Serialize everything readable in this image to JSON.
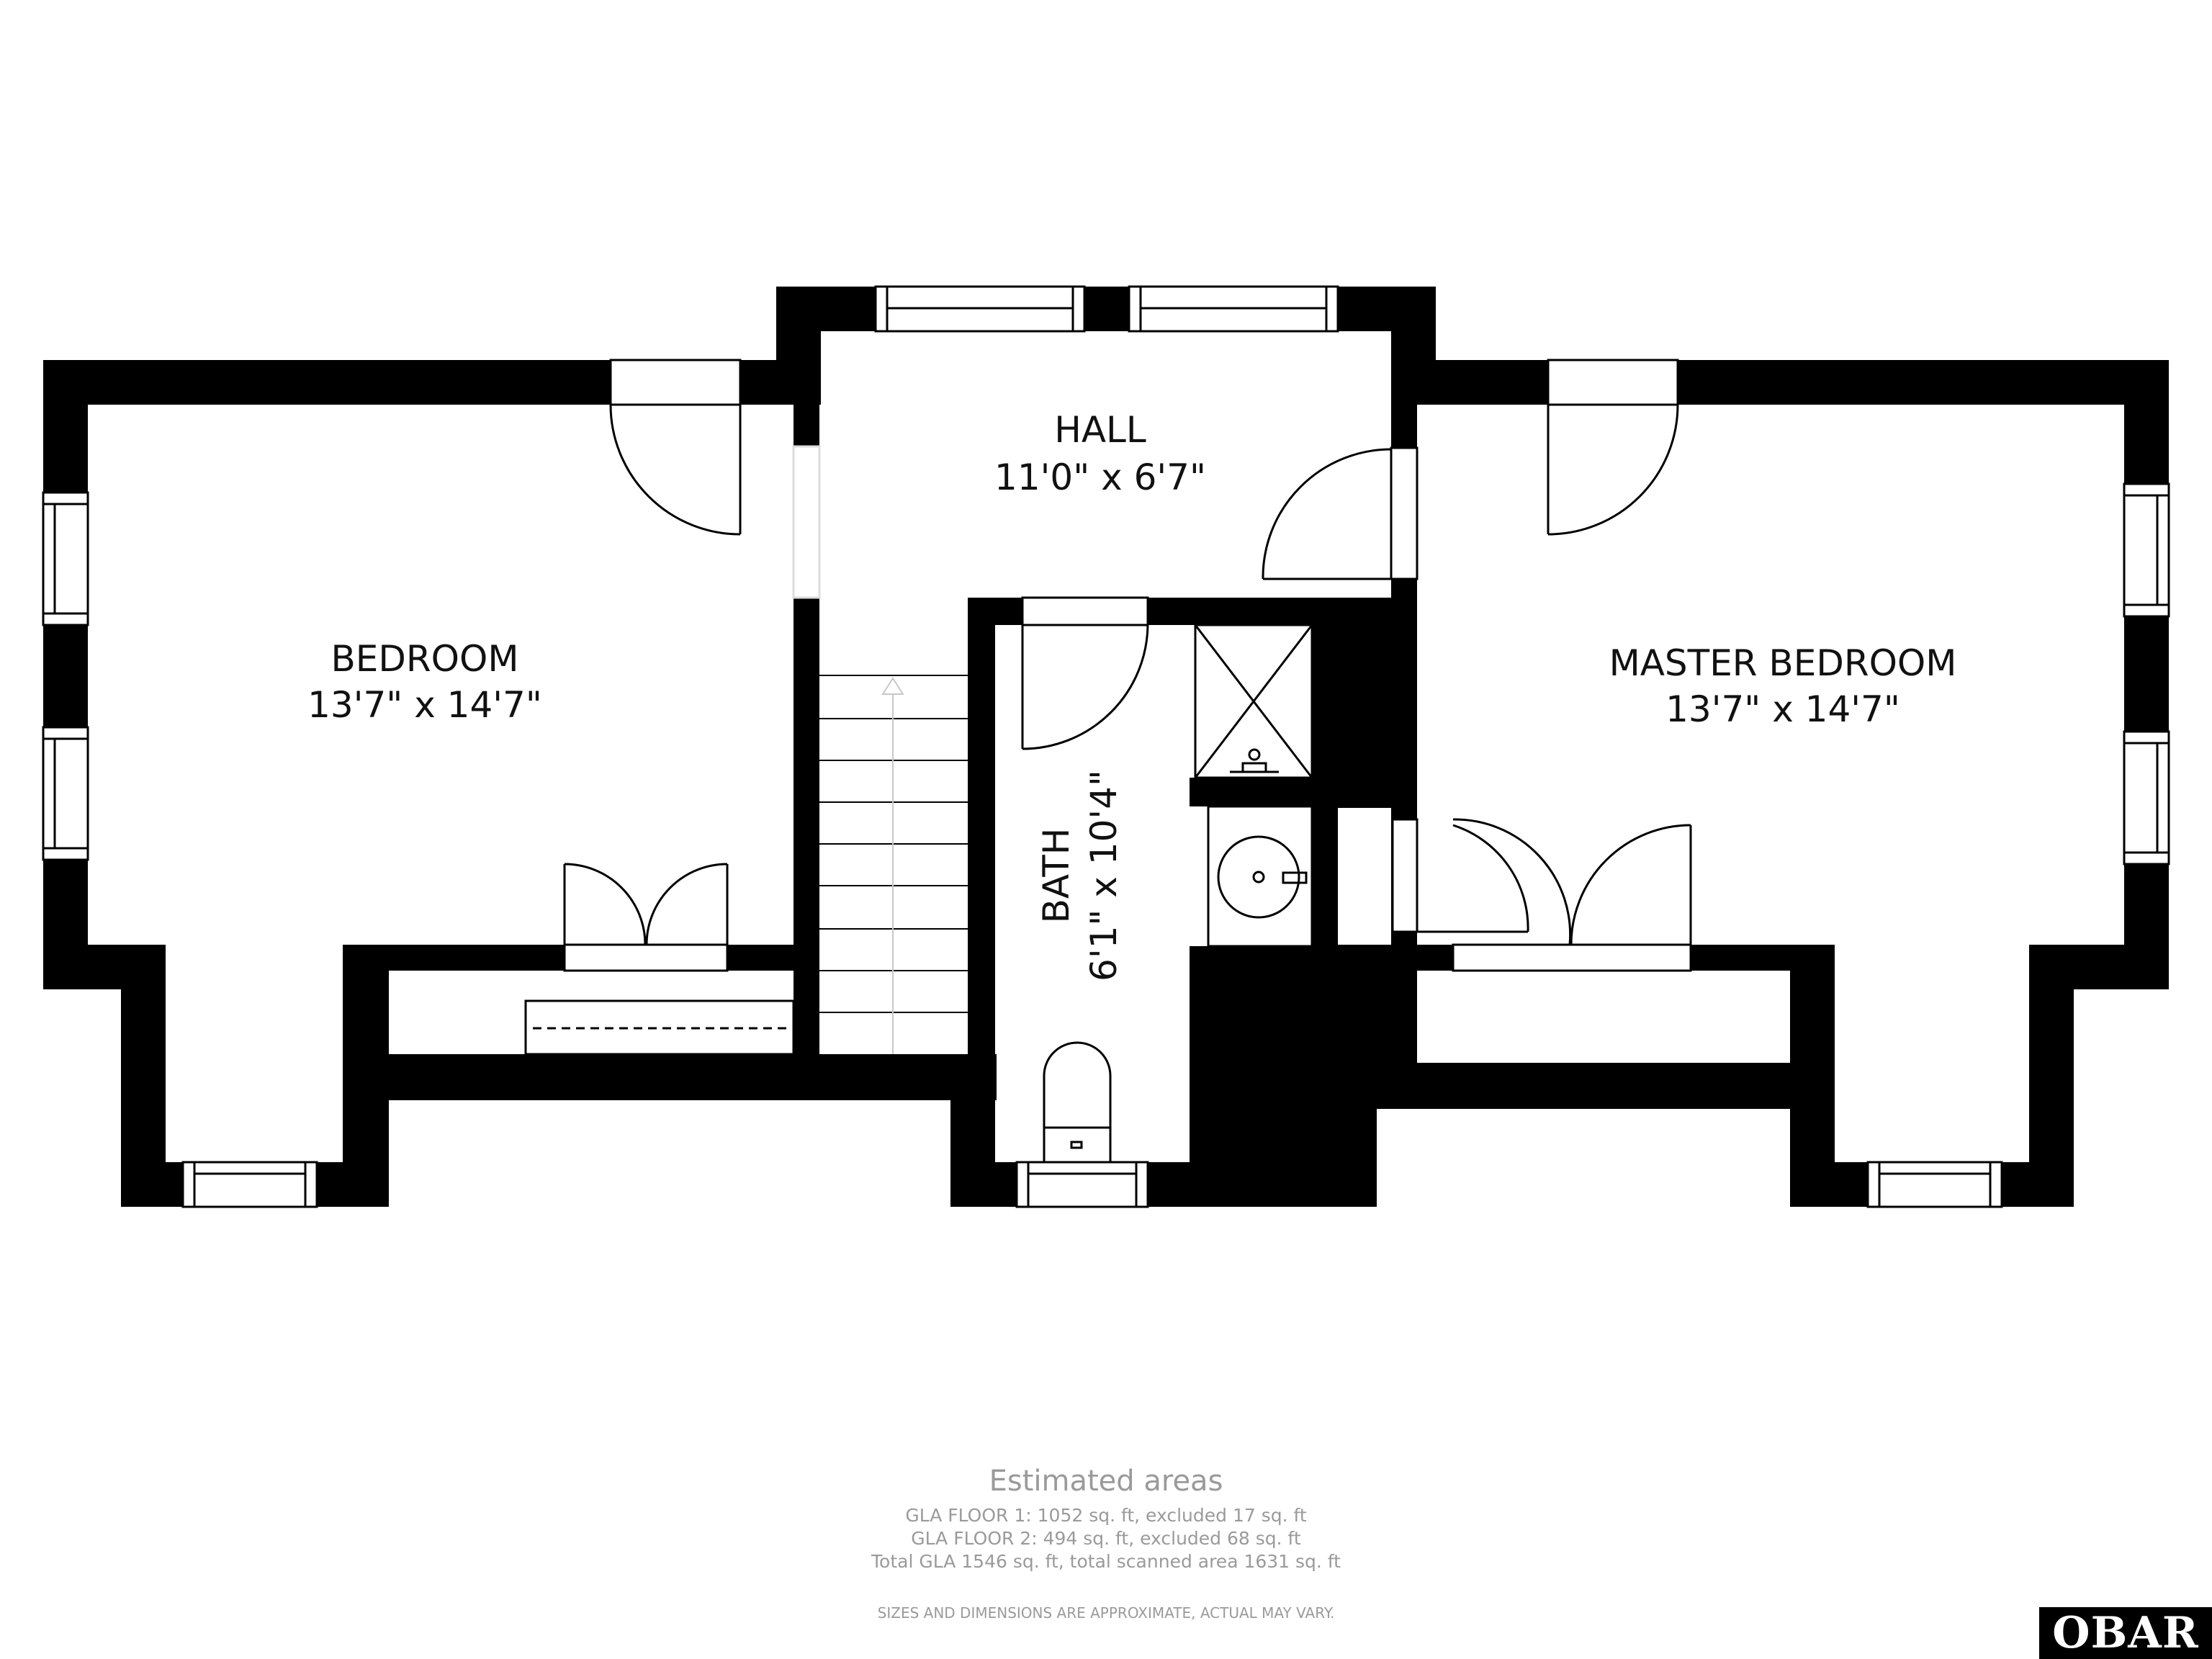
{
  "rooms": {
    "bedroom": {
      "name": "BEDROOM",
      "size": "13'7\" x 14'7\""
    },
    "hall": {
      "name": "HALL",
      "size": "11'0\" x 6'7\""
    },
    "master": {
      "name": "MASTER BEDROOM",
      "size": "13'7\" x 14'7\""
    },
    "bath": {
      "name": "BATH",
      "size": "6'1\" x 10'4\""
    }
  },
  "footer": {
    "heading": "Estimated areas",
    "line1": "GLA FLOOR 1: 1052 sq. ft, excluded 17 sq. ft",
    "line2": "GLA FLOOR 2: 494 sq. ft, excluded 68 sq. ft",
    "line3": "Total GLA 1546 sq. ft, total scanned area 1631 sq. ft",
    "disclaimer": "SIZES AND DIMENSIONS ARE APPROXIMATE, ACTUAL MAY VARY."
  },
  "logo": {
    "text": "OBAR"
  }
}
